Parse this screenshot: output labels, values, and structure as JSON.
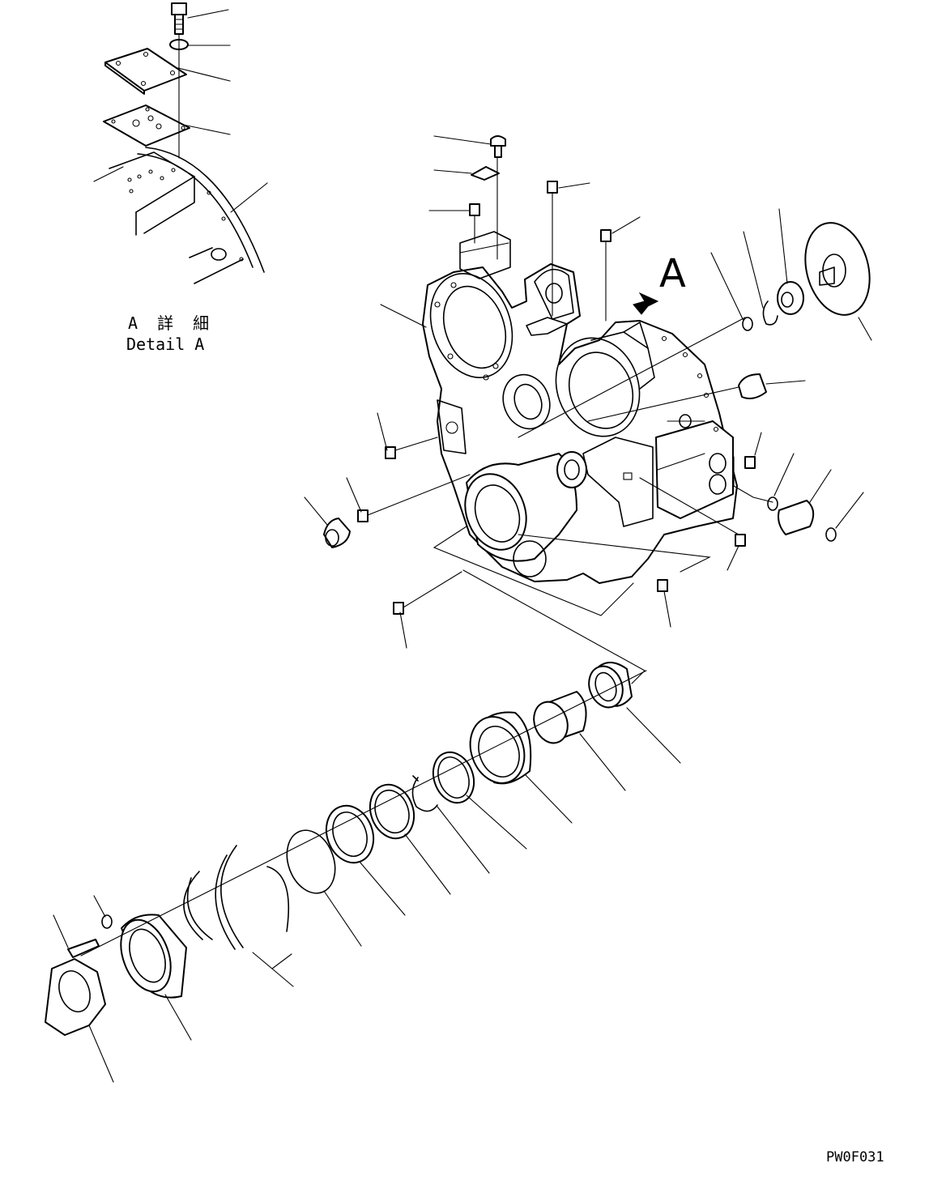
{
  "drawing": {
    "view_marker": "A",
    "detail_title_jp": "A 詳 細",
    "detail_title_en": "Detail A",
    "figure_code": "PW0F031"
  }
}
